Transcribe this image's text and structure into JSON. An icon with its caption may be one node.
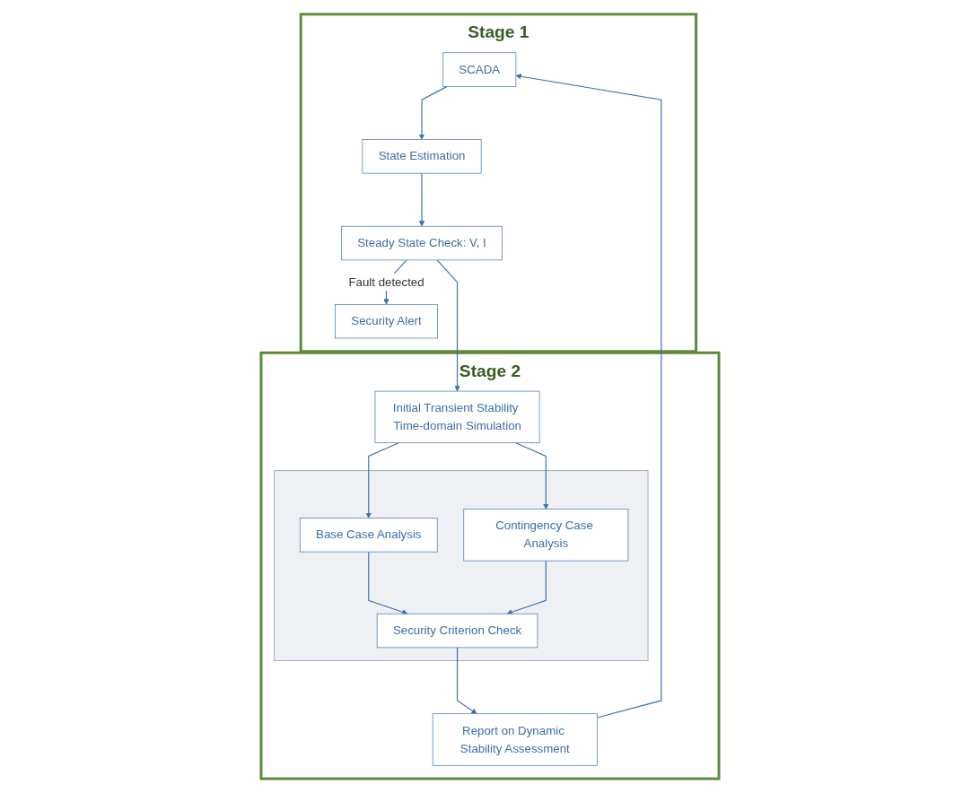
{
  "diagram": {
    "nodes": [
      {
        "text": [
          "Stage 1"
        ]
      },
      {
        "text": [
          "SCADA"
        ],
        "in": 0
      },
      {
        "text": [
          "State Estimation"
        ],
        "in": 0
      },
      {
        "text": [
          "Steady State Check: V, I"
        ],
        "in": 0
      },
      {
        "text": [
          "Security Alert"
        ],
        "in": 0
      },
      {
        "text": [
          "Stage 2"
        ]
      },
      {
        "text": [
          "Initial Transient Stability Time-domain Simulation"
        ],
        "in": 5
      },
      {
        "text": [],
        "shape": "box",
        "in": 5
      },
      {
        "text": [
          "Base Case Analysis"
        ],
        "in": 7
      },
      {
        "text": [
          "Contingency Case Analysis"
        ],
        "in": 7
      },
      {
        "text": [
          "Security Criterion Check"
        ],
        "in": 7
      },
      {
        "text": [
          "Report on Dynamic Stability Assessment"
        ],
        "in": 5
      }
    ],
    "edges": [
      {
        "from": 1,
        "to": 2,
        "arrow": "to"
      },
      {
        "from": 2,
        "to": 3,
        "arrow": "to"
      },
      {
        "from": 3,
        "to": 4,
        "arrow": "to",
        "label": "Fault detected"
      },
      {
        "from": 3,
        "to": 6,
        "arrow": "to"
      },
      {
        "from": 6,
        "to": 8,
        "arrow": "to"
      },
      {
        "from": 6,
        "to": 9,
        "arrow": "to"
      },
      {
        "from": 8,
        "to": 10,
        "arrow": "to"
      },
      {
        "from": 9,
        "to": 10,
        "arrow": "to"
      },
      {
        "from": 10,
        "to": 11,
        "arrow": "to"
      },
      {
        "from": 11,
        "to": 1,
        "arrow": "to"
      }
    ]
  }
}
